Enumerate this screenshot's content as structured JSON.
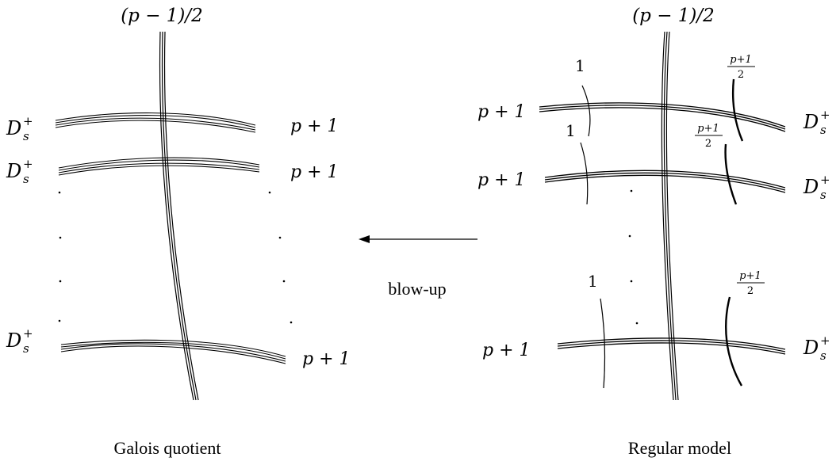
{
  "left_panel": {
    "top_label": "(p − 1)/2",
    "caption": "Galois quotient",
    "rows": [
      {
        "left_label": "D",
        "left_sup": "+",
        "left_sub": "s",
        "right_label": "p + 1"
      },
      {
        "left_label": "D",
        "left_sup": "+",
        "left_sub": "s",
        "right_label": "p + 1"
      },
      {
        "left_label": "D",
        "left_sup": "+",
        "left_sub": "s",
        "right_label": "p + 1"
      }
    ]
  },
  "arrow": {
    "label": "blow-up"
  },
  "right_panel": {
    "top_label": "(p − 1)/2",
    "caption": "Regular model",
    "rows": [
      {
        "left_label": "p + 1",
        "right_label": "D",
        "right_sup": "+",
        "right_sub": "s",
        "small_left": "1",
        "small_right_num": "p+1",
        "small_right_den": "2"
      },
      {
        "left_label": "p + 1",
        "right_label": "D",
        "right_sup": "+",
        "right_sub": "s",
        "small_left": "1",
        "small_right_num": "p+1",
        "small_right_den": "2"
      },
      {
        "left_label": "p + 1",
        "right_label": "D",
        "right_sup": "+",
        "right_sub": "s",
        "small_left": "1",
        "small_right_num": "p+1",
        "small_right_den": "2"
      }
    ]
  }
}
